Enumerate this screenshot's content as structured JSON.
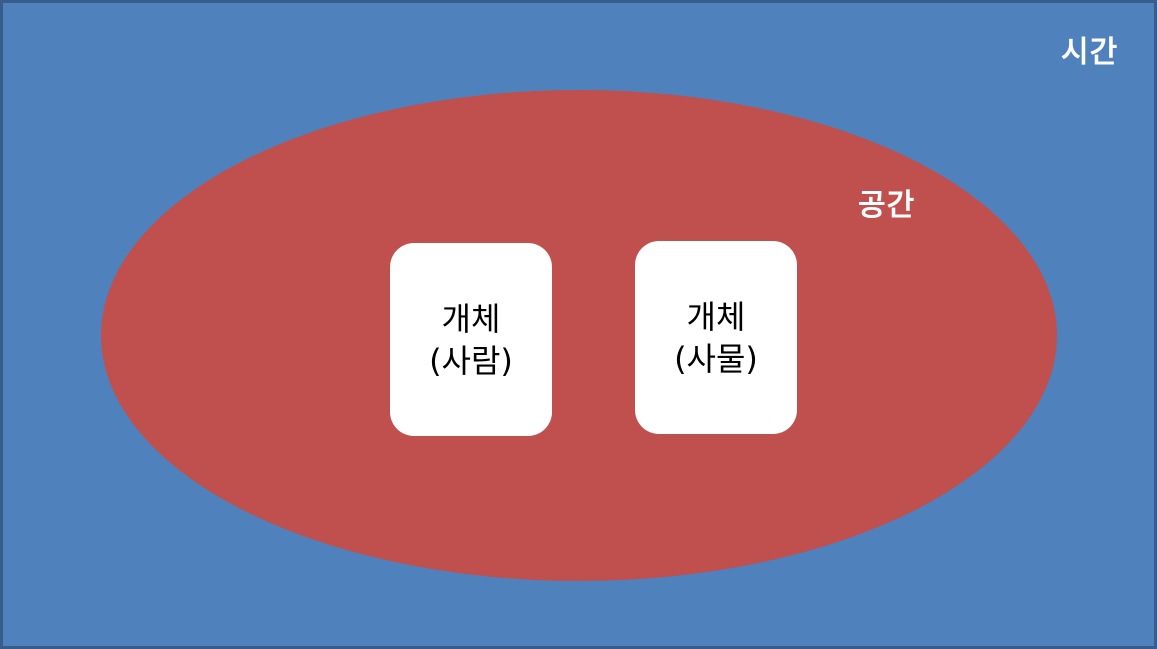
{
  "time": {
    "label": "시간"
  },
  "space": {
    "label": "공간"
  },
  "entities": [
    {
      "title": "개체",
      "subtitle": "(사람)"
    },
    {
      "title": "개체",
      "subtitle": "(사물)"
    }
  ],
  "colors": {
    "time_background": "#4f81bd",
    "time_border": "#385d8a",
    "space_fill": "#c0504d",
    "entity_fill": "#ffffff",
    "label_text": "#ffffff",
    "entity_text": "#000000"
  }
}
